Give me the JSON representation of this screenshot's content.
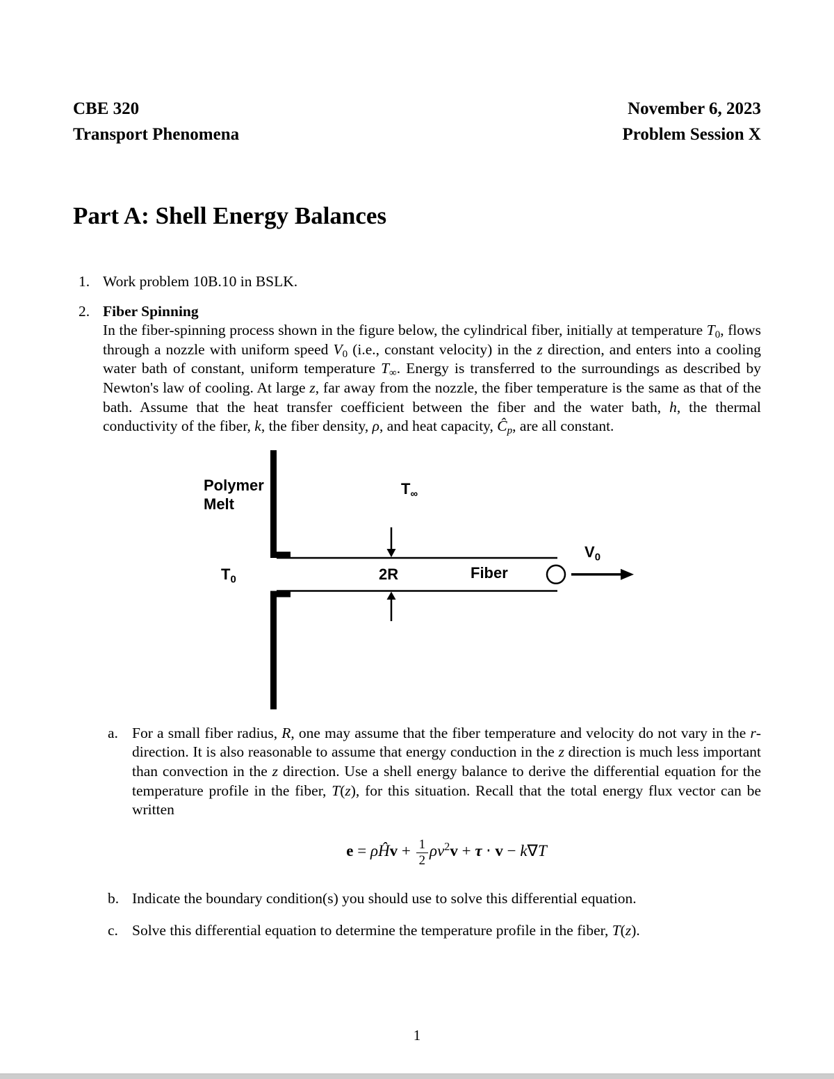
{
  "header": {
    "course_code": "CBE 320",
    "course_name": "Transport Phenomena",
    "date": "November 6, 2023",
    "session": "Problem Session X"
  },
  "title": "Part A: Shell Energy Balances",
  "problems": {
    "one": {
      "number": "1.",
      "text": "Work problem 10B.10 in BSLK."
    },
    "two": {
      "number": "2.",
      "heading": "Fiber Spinning",
      "body_html": "In the fiber-spinning process shown in the figure below, the cylindrical fiber, initially at temperature <i>T</i><sub>0</sub>, flows through a nozzle with uniform speed <i>V</i><sub>0</sub> (i.e., constant velocity) in the <i>z</i> direction, and enters into a cooling water bath of constant, uniform temperature <i>T</i><sub>∞</sub>. Energy is transferred to the surroundings as described by Newton's law of cooling. At large <i>z</i>, far away from the nozzle, the fiber temperature is the same as that of the bath. Assume that the heat transfer coefficient between the fiber and the water bath, <i>h</i>, the thermal conductivity of the fiber, <i>k</i>, the fiber density, <i>ρ</i>, and heat capacity, <i>Ĉ</i><sub><i>p</i></sub>, are all constant."
    }
  },
  "figure": {
    "labels": {
      "polymer_line1": "Polymer",
      "polymer_line2": "Melt",
      "t_infinity_html": "T<sub>∞</sub>",
      "t_zero_html": "T<sub>0</sub>",
      "diameter": "2R",
      "fiber": "Fiber",
      "v_zero_html": "V<sub>0</sub>"
    }
  },
  "subparts": {
    "a": {
      "letter": "a.",
      "text_html": "For a small fiber radius, <i>R</i>, one may assume that the fiber temperature and velocity do not vary in the <i>r</i>-direction. It is also reasonable to assume that energy conduction in the <i>z</i> direction is much less important than convection in the <i>z</i> direction. Use a shell energy balance to derive the differential equation for the temperature profile in the fiber, <i>T</i>(<i>z</i>), for this situation. Recall that the total energy flux vector can be written"
    },
    "b": {
      "letter": "b.",
      "text_html": "Indicate the boundary condition(s) you should use to solve this differential equation."
    },
    "c": {
      "letter": "c.",
      "text_html": "Solve this differential equation to determine the temperature profile in the fiber, <i>T</i>(<i>z</i>)."
    }
  },
  "equation_html": "<b>e</b> = <i>ρĤ</i><b>v</b> + <span class='frac'><span class='fnum'>1</span><span class='fden'>2</span></span><i>ρv</i><sup>2</sup><b>v</b> + <b><i>τ</i></b> ⋅ <b>v</b> − <i>k</i>∇<i>T</i>",
  "page_number": "1"
}
